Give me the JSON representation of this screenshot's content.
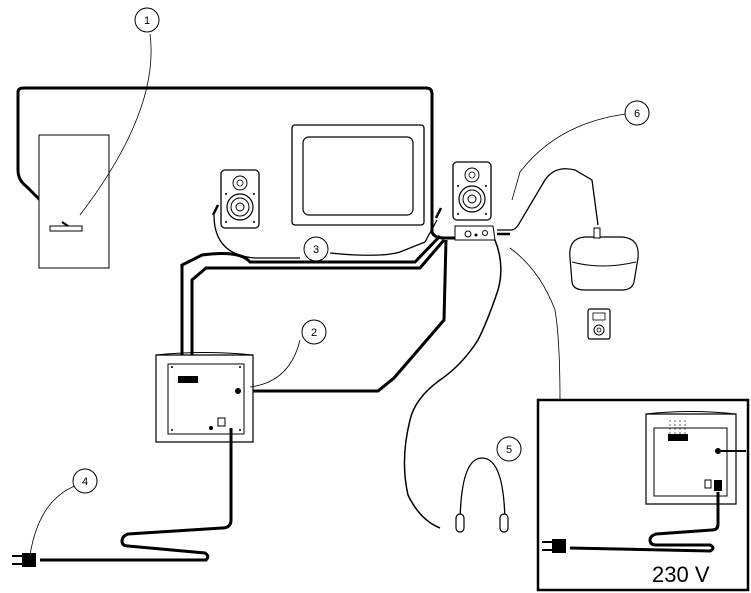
{
  "callouts": [
    {
      "label": "1"
    },
    {
      "label": "2"
    },
    {
      "label": "3"
    },
    {
      "label": "4"
    },
    {
      "label": "5"
    },
    {
      "label": "6"
    }
  ],
  "inset": {
    "voltage": "230 V"
  }
}
